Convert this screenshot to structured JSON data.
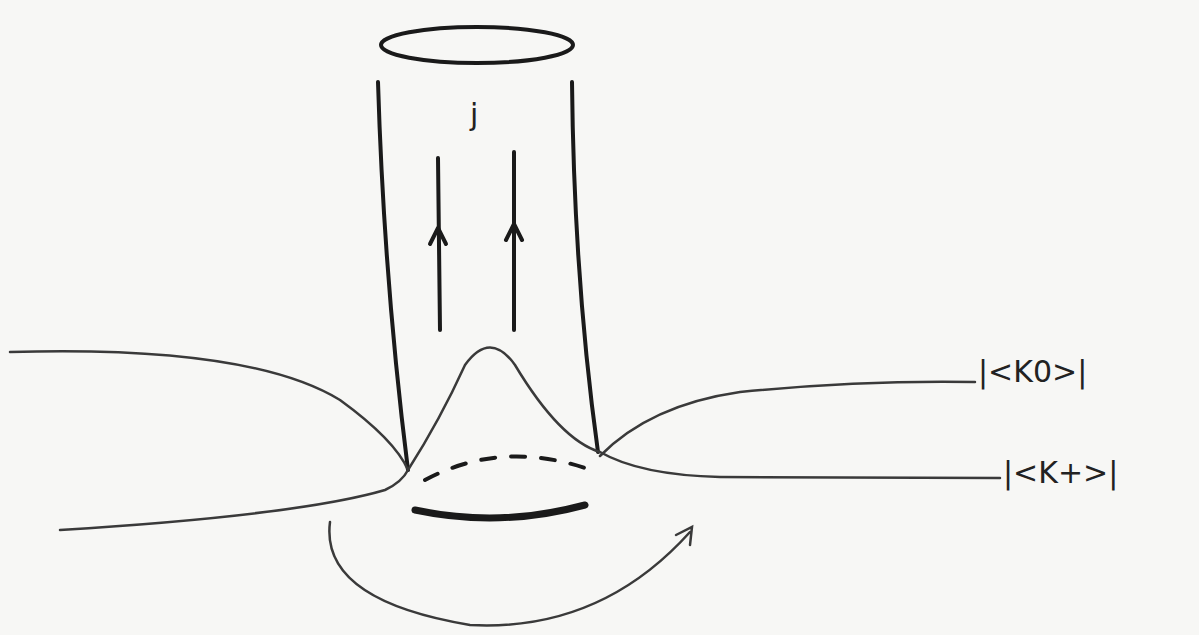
{
  "diagram": {
    "labels": [
      "j",
      "|<K0>|",
      "|<K+>|"
    ]
  }
}
